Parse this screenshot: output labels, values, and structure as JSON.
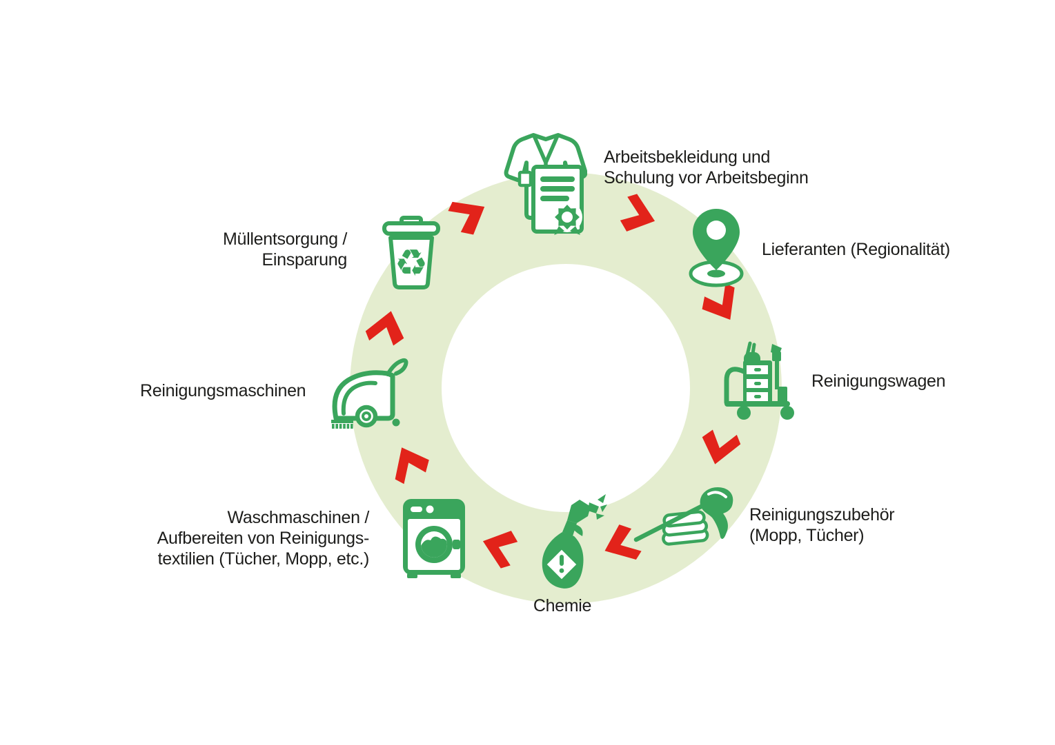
{
  "colors": {
    "background": "#ffffff",
    "ring": "#e4edcf",
    "icon_green": "#3aa55c",
    "arrow_red": "#e2231a",
    "text": "#1d1d1b"
  },
  "cycle": {
    "direction": "clockwise",
    "arrow_count": 8,
    "steps": [
      {
        "name": "workwear-training",
        "label": "Arbeitsbekleidung und\nSchulung vor Arbeitsbeginn",
        "icon": "coat-certificate-icon"
      },
      {
        "name": "suppliers",
        "label": "Lieferanten (Regionalität)",
        "icon": "location-pin-icon"
      },
      {
        "name": "cleaning-cart",
        "label": "Reinigungswagen",
        "icon": "cleaning-cart-icon"
      },
      {
        "name": "cleaning-accessories",
        "label": "Reinigungszubehör\n(Mopp, Tücher)",
        "icon": "mop-icon"
      },
      {
        "name": "chemistry",
        "label": "Chemie",
        "icon": "spray-bottle-icon"
      },
      {
        "name": "washing-machines",
        "label": "Waschmaschinen /\nAufbereiten von Reinigungs-\ntextilien (Tücher, Mopp, etc.)",
        "icon": "washing-machine-icon"
      },
      {
        "name": "cleaning-machines",
        "label": "Reinigungsmaschinen",
        "icon": "floor-scrubber-icon"
      },
      {
        "name": "waste-disposal",
        "label": "Müllentsorgung /\nEinsparung",
        "icon": "recycle-bin-icon"
      }
    ]
  },
  "icons": {
    "recycle_glyph": "♻"
  }
}
